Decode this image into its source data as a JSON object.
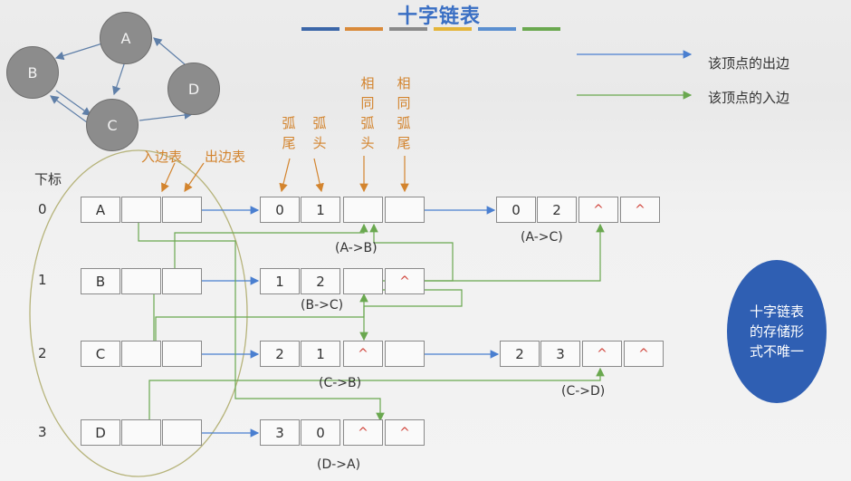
{
  "title": "十字链表",
  "title_stripe_colors": [
    "#3b66a8",
    "#d98a3a",
    "#8a8a8a",
    "#e4b53a",
    "#5b8fd0",
    "#6aa84f"
  ],
  "legend": {
    "out_edge": {
      "label": "该顶点的出边",
      "color": "#4a7fd0"
    },
    "in_edge": {
      "label": "该顶点的入边",
      "color": "#6aa84f"
    }
  },
  "graph": {
    "nodes": [
      "A",
      "B",
      "C",
      "D"
    ]
  },
  "labels": {
    "subscript": "下标",
    "in_table": "入边表",
    "out_table": "出边表",
    "arc_tail": "弧尾",
    "arc_head": "弧头",
    "same_head": "相同弧头",
    "same_tail": "相同弧尾"
  },
  "null_symbol": "^",
  "vertices": [
    {
      "index": "0",
      "name": "A"
    },
    {
      "index": "1",
      "name": "B"
    },
    {
      "index": "2",
      "name": "C"
    },
    {
      "index": "3",
      "name": "D"
    }
  ],
  "edges": {
    "ab": {
      "tail": "0",
      "head": "1",
      "caption": "(A->B)"
    },
    "ac": {
      "tail": "0",
      "head": "2",
      "caption": "(A->C)"
    },
    "bc": {
      "tail": "1",
      "head": "2",
      "caption": "(B->C)"
    },
    "cb": {
      "tail": "2",
      "head": "1",
      "caption": "(C->B)"
    },
    "cd": {
      "tail": "2",
      "head": "3",
      "caption": "(C->D)"
    },
    "da": {
      "tail": "3",
      "head": "0",
      "caption": "(D->A)"
    }
  },
  "note": "十字链表的存储形式不唯一"
}
